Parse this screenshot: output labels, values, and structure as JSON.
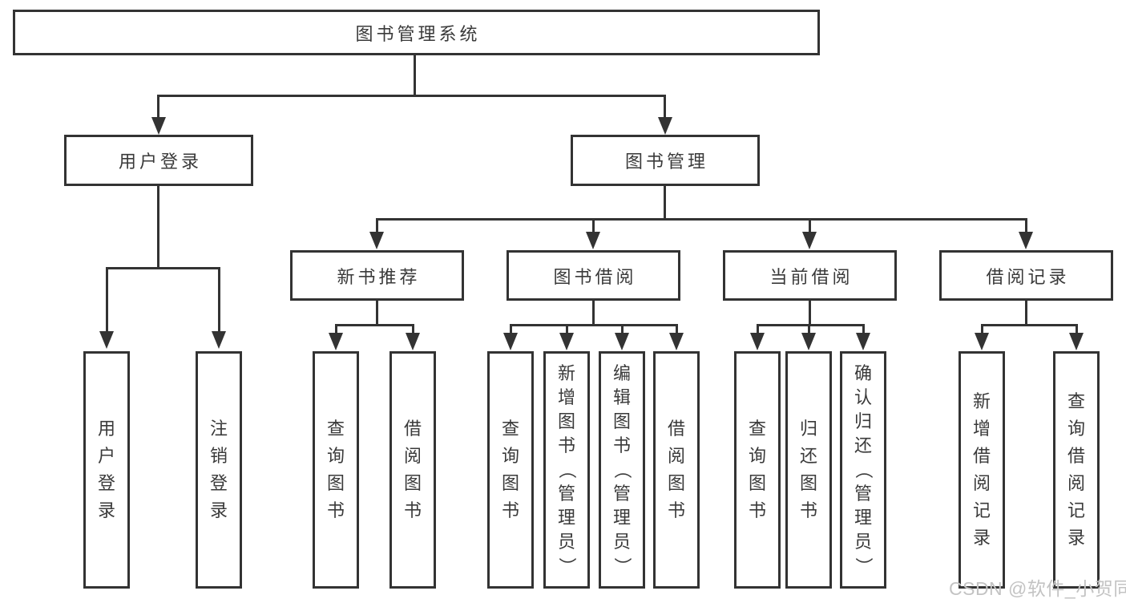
{
  "tree": {
    "root": {
      "label": "图书管理系统"
    },
    "branches": [
      {
        "label": "用户登录",
        "children": [
          {
            "label": "用户登录"
          },
          {
            "label": "注销登录"
          }
        ]
      },
      {
        "label": "图书管理",
        "groups": [
          {
            "label": "新书推荐",
            "children": [
              {
                "label": "查询图书"
              },
              {
                "label": "借阅图书"
              }
            ]
          },
          {
            "label": "图书借阅",
            "children": [
              {
                "label": "查询图书"
              },
              {
                "label": "新增图书（管理员）"
              },
              {
                "label": "编辑图书（管理员）"
              },
              {
                "label": "借阅图书"
              }
            ]
          },
          {
            "label": "当前借阅",
            "children": [
              {
                "label": "查询图书"
              },
              {
                "label": "归还图书"
              },
              {
                "label": "确认归还（管理员）"
              }
            ]
          },
          {
            "label": "借阅记录",
            "children": [
              {
                "label": "新增借阅记录"
              },
              {
                "label": "查询借阅记录"
              }
            ]
          }
        ]
      }
    ]
  },
  "watermark": {
    "text": "CSDN @软件_小贺同学"
  },
  "colors": {
    "line": "#333333",
    "text": "#3a3a3a",
    "watermark": "#c3c3c3",
    "background": "#ffffff"
  }
}
